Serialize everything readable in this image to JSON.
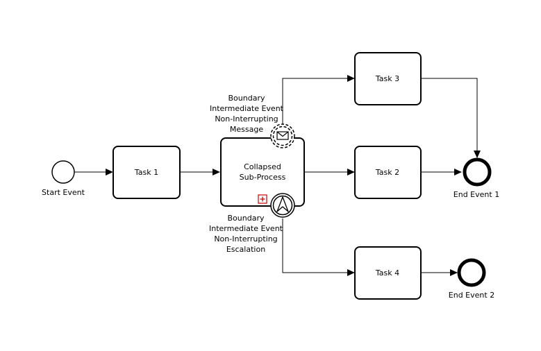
{
  "diagram": {
    "start_event": {
      "label": "Start Event"
    },
    "task1": {
      "label": "Task 1"
    },
    "subprocess": {
      "line1": "Collapsed",
      "line2": "Sub-Process"
    },
    "task2": {
      "label": "Task 2"
    },
    "task3": {
      "label": "Task 3"
    },
    "task4": {
      "label": "Task 4"
    },
    "end_event1": {
      "label": "End Event 1"
    },
    "end_event2": {
      "label": "End Event 2"
    },
    "boundary_message": {
      "line1": "Boundary",
      "line2": "Intermediate Event",
      "line3": "Non-Interrupting",
      "line4": "Message"
    },
    "boundary_escalation": {
      "line1": "Boundary",
      "line2": "Intermediate Event",
      "line3": "Non-Interrupting",
      "line4": "Escalation"
    },
    "colors": {
      "stroke": "#000000",
      "marker": "#cc0000"
    }
  }
}
